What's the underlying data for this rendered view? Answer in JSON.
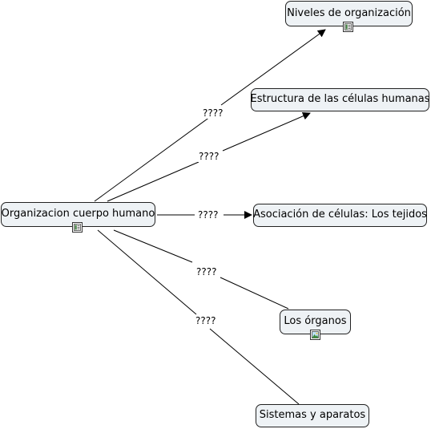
{
  "map": {
    "root": {
      "label": "Organizacion cuerpo humano",
      "icon": "document-list-icon"
    },
    "children": [
      {
        "label": "Niveles de organización",
        "icon": "document-list-icon",
        "link_label": "????"
      },
      {
        "label": "Estructura de las células humanas",
        "icon": null,
        "link_label": "????"
      },
      {
        "label": "Asociación de células: Los tejidos",
        "icon": null,
        "link_label": "????"
      },
      {
        "label": "Los órganos",
        "icon": "image-icon",
        "link_label": "????"
      },
      {
        "label": "Sistemas y aparatos",
        "icon": null,
        "link_label": "????"
      }
    ],
    "colors": {
      "node_fill": "#eef2f5",
      "node_border": "#222222",
      "line": "#000000"
    }
  }
}
